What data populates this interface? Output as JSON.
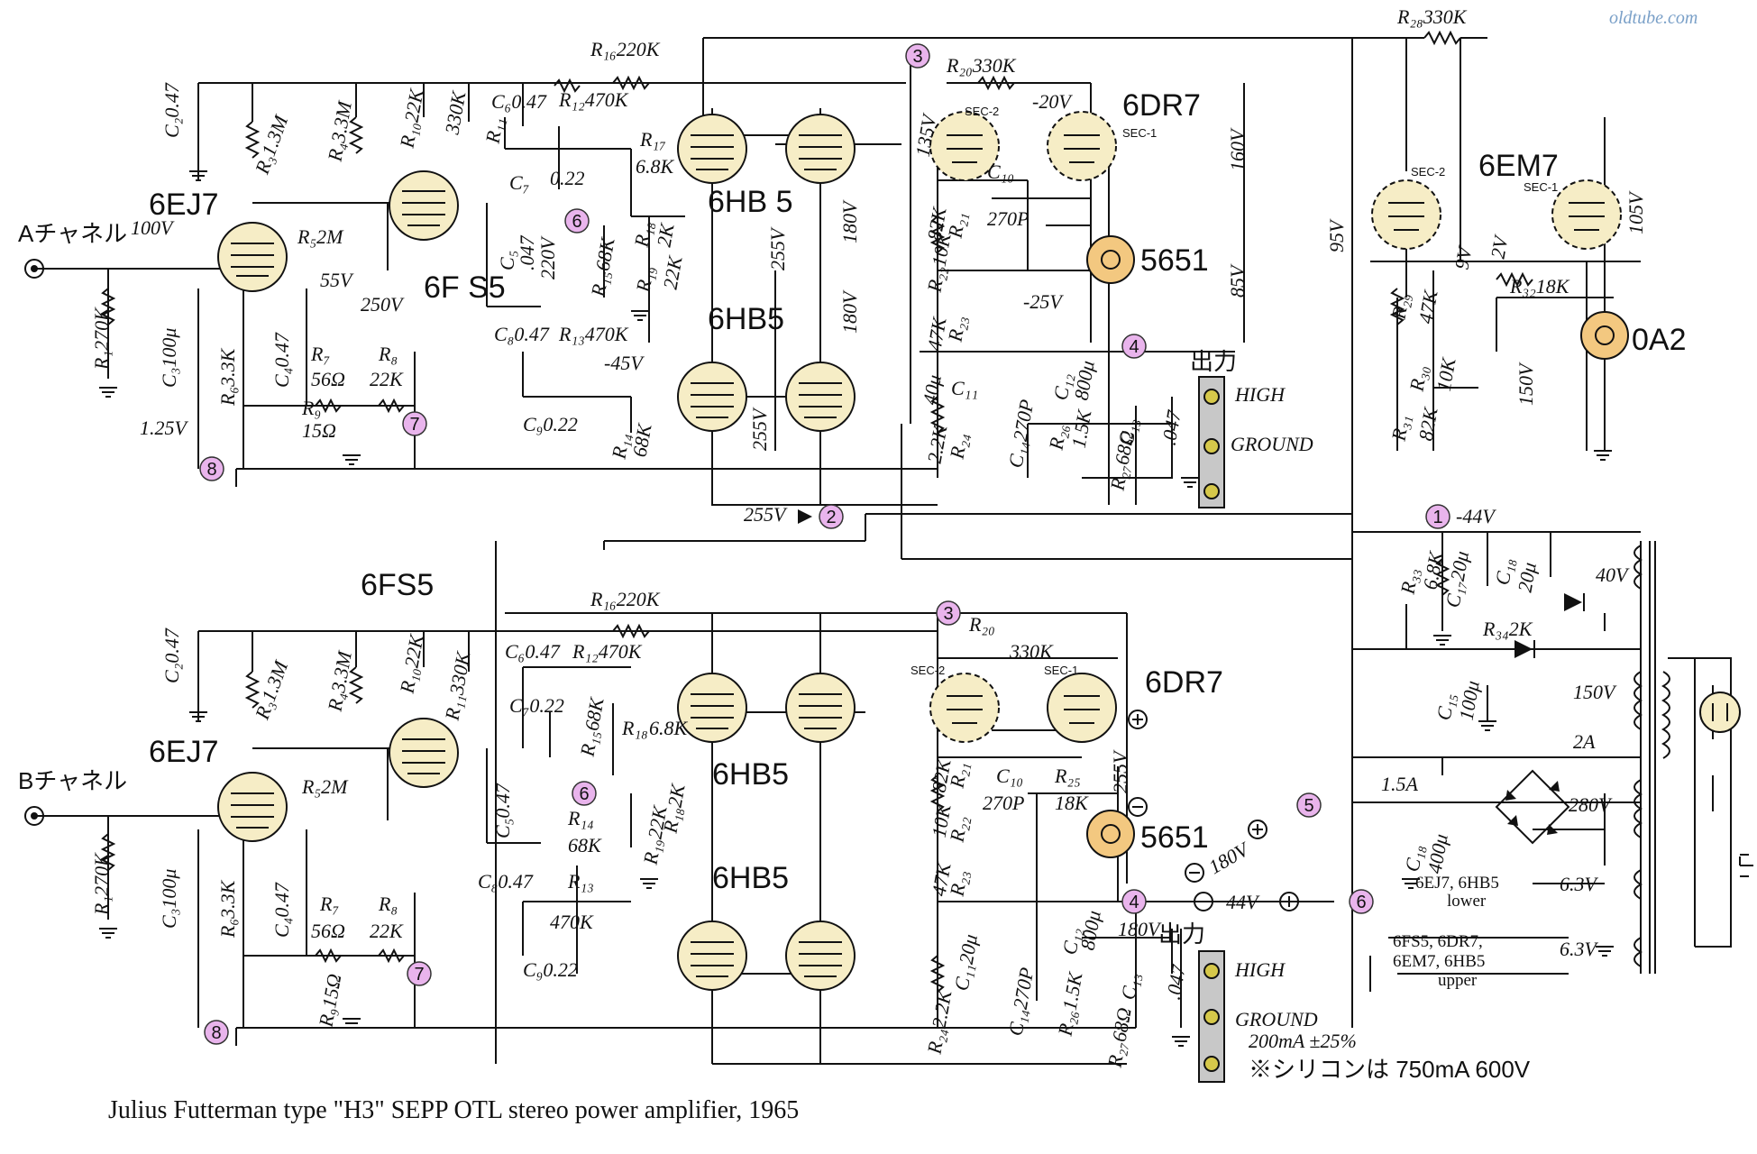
{
  "watermark": "oldtube.com",
  "title": "Julius Futterman  type \"H3\" SEPP OTL stereo power amplifier,  1965",
  "channels": {
    "a_label": "Aチャネル",
    "b_label": "Bチャネル"
  },
  "tubes": {
    "a_6ej7": "6EJ7",
    "a_6fs5": "6F S5",
    "a_6hb5_upper": "6HB 5",
    "a_6hb5_lower": "6HB5",
    "a_6dr7": "6DR7",
    "a_5651": "5651",
    "b_6fs5": "6FS5",
    "b_6ej7": "6EJ7",
    "b_6hb5_upper": "6HB5",
    "b_6hb5_lower": "6HB5",
    "b_6dr7": "6DR7",
    "b_5651": "5651",
    "ps_6em7": "6EM7",
    "ps_0a2": "0A2",
    "sec1": "SEC-1",
    "sec2": "SEC-2"
  },
  "components_a": {
    "c2": "C₂0.47",
    "r3": "R₃1.3M",
    "r4": "R₄3.3M",
    "r10": "R₁₀22K",
    "r11": "R₁₁",
    "r11v": "330K",
    "c6": "C₆0.47",
    "r12": "R₁₂470K",
    "r16": "R₁₆220K",
    "r17": "R₁₇",
    "r17v": "6.8K",
    "c7": "C₇",
    "c7v": "0.22",
    "r20": "R₂₀330K",
    "c5": "C₅",
    "c5v": ".047",
    "r5": "R₅2M",
    "r1": "R₁270K",
    "c3": "C₃100μ",
    "r6": "R₆3.3K",
    "c4": "C₄0.47",
    "r7": "R₇",
    "r7v": "56Ω",
    "r8": "R₈",
    "r8v": "22K",
    "r9": "R₉",
    "r9v": "15Ω",
    "c8": "C₈0.47",
    "r13": "R₁₃470K",
    "c9": "C₉0.22",
    "r14": "R₁₄",
    "r14v": "68K",
    "r15": "R₁₅68K",
    "r18": "R₁₈",
    "r18v": "2K",
    "r19": "R₁₉",
    "r19v": "22K",
    "r21": "R₂₁",
    "r21v": "82K",
    "r22": "R₂₂10K",
    "r23": "R₂₃",
    "r23v": "47K",
    "c10": "C₁₀",
    "c10v": "270P",
    "c11": "C₁₁",
    "c11v": "40μ",
    "r24": "R₂₄",
    "r24v": "2.2K",
    "c12": "C₁₂",
    "c12v": "800μ",
    "c14": "C₁₄270P",
    "r26": "R₂₆",
    "r26v": "1.5K",
    "c13": "C₁₃",
    "c13v": ".047",
    "r27": "R₂₇68Ω"
  },
  "components_b": {
    "c2": "C₂0.47",
    "r3": "R₃1.3M",
    "r4": "R₄3.3M",
    "r10": "R₁₀22K",
    "r11": "R₁₁330K",
    "c6": "C₆0.47",
    "r12": "R₁₂470K",
    "r16": "R₁₆220K",
    "c7": "C₇0.22",
    "r15": "R₁₅68K",
    "r18": "R₁₈",
    "r18v": "6.8K",
    "r20": "R₂₀",
    "r20v": "330K",
    "r5": "R₅2M",
    "c5": "C₅0.47",
    "r1": "R₁270K",
    "c3": "C₃100μ",
    "r6": "R₆3.3K",
    "c4": "C₄0.47",
    "r7": "R₇",
    "r7v": "56Ω",
    "r8": "R₈",
    "r8v": "22K",
    "r9": "R₉15Ω",
    "r14": "R₁₄",
    "r14v": "68K",
    "c8": "C₈0.47",
    "r13": "R₁₃",
    "r13v": "470K",
    "c9": "C₉0.22",
    "r19": "R₁₉22K",
    "r18b": "R₁₈2K",
    "r21": "R₂₁",
    "r21v": "82K",
    "r22": "R₂₂",
    "r22v": "10K",
    "r23": "R₂₃",
    "r23v": "47K",
    "c10": "C₁₀",
    "c10v": "270P",
    "r25": "R₂₅",
    "r25v": "18K",
    "c11": "C₁₁20μ",
    "c12": "C₁₂",
    "c12v": "800μ",
    "r24": "R₂₄2.2K",
    "c14": "C₁₄270P",
    "r26": "R₂₆1.5K",
    "c13": "C₁₃",
    "c13v": ".047",
    "r27": "R₂₇68Ω"
  },
  "components_ps": {
    "r28": "R₂₈330K",
    "r29": "R₂₉",
    "r29v": "47K",
    "r30": "R₃₀",
    "r30v": "10K",
    "r31": "R₃₁",
    "r31v": "82K",
    "r32": "R₃₂18K",
    "r33": "R₃₃",
    "r33v": "6.8K",
    "c17": "C₁₇20μ",
    "c18": "C₁₈",
    "c18v": "20μ",
    "r34": "R₃₄2K",
    "c15": "C₁₅",
    "c15v": "100μ",
    "c16": "C₁₈",
    "c16v": "400μ",
    "fuse1": "1.5A",
    "fuse2": "2A"
  },
  "voltages": {
    "v100": "100V",
    "v55": "55V",
    "v250": "250V",
    "v220": "220V",
    "v125": "1.25V",
    "v45": "-45V",
    "v255a": "255V",
    "v255b": "255V",
    "v180a": "180V",
    "v180b": "180V",
    "v135": "135V",
    "v20": "-20V",
    "v160": "160V",
    "v25": "-25V",
    "v85": "85V",
    "v255in": "255V",
    "v95": "95V",
    "v9": "9V",
    "v2": "2V",
    "v105": "105V",
    "v150a": "150V",
    "v44": "-44V",
    "v40": "40V",
    "v150b": "150V",
    "v280": "280V",
    "v255c": "255V",
    "v180c": "180V",
    "v44b": "44V",
    "v180d": "180V",
    "v63a": "6.3V",
    "v63b": "6.3V"
  },
  "nodes": [
    "1",
    "2",
    "3",
    "4",
    "5",
    "6",
    "7",
    "8"
  ],
  "output": {
    "label": "出力",
    "high": "HIGH",
    "ground": "GROUND"
  },
  "notes": {
    "heater1": "6EJ7, 6HB5",
    "heater1b": "lower",
    "heater2": "6FS5, 6DR7,",
    "heater2b": "6EM7, 6HB5",
    "heater2c": "upper",
    "current": "200mA ±25%",
    "silicon": "※シリコンは 750mA 600V"
  }
}
